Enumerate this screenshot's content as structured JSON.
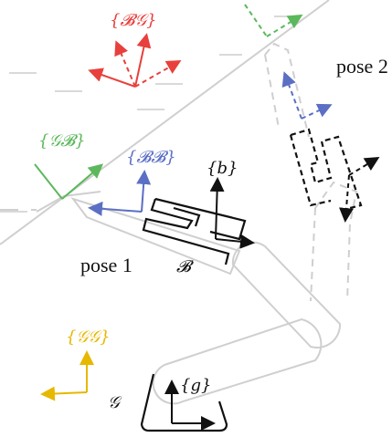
{
  "labels": {
    "frame_bg": "{𝓑𝒢}",
    "frame_gb": "{𝒢𝓑}",
    "frame_bb": "{𝓑𝓑}",
    "frame_gg": "{𝒢𝒢}",
    "frame_b": "{b}",
    "frame_g": "{g}",
    "body_b": "𝓑",
    "body_g": "𝒢",
    "pose1": "pose 1",
    "pose2": "pose 2"
  },
  "colors": {
    "red": "#e8403c",
    "green": "#5cb85c",
    "blue": "#5b6fc4",
    "gold": "#e6b800",
    "black": "#111111",
    "gray": "#c8c8c8",
    "lightgray": "#d0d0d0"
  }
}
